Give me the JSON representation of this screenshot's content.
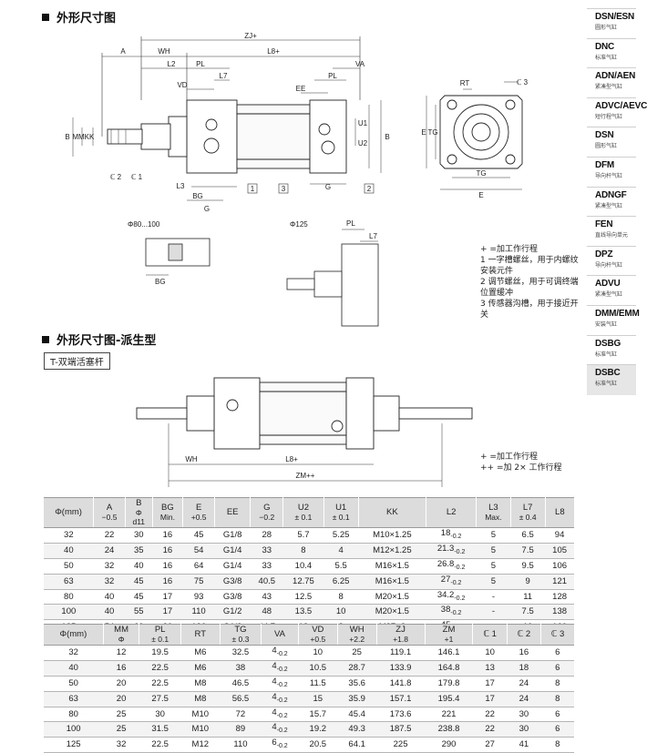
{
  "section_titles": {
    "main": "外形尺寸图",
    "derived": "外形尺寸图-派生型"
  },
  "variant_tag": "T-双端活塞杆",
  "sidebar": [
    {
      "code": "DSN/ESN",
      "sub": "圆形气缸"
    },
    {
      "code": "DNC",
      "sub": "标准气缸"
    },
    {
      "code": "ADN/AEN",
      "sub": "紧凑型气缸"
    },
    {
      "code": "ADVC/AEVC",
      "sub": "短行程气缸"
    },
    {
      "code": "DSN",
      "sub": "圆形气缸"
    },
    {
      "code": "DFM",
      "sub": "导向杆气缸"
    },
    {
      "code": "ADNGF",
      "sub": "紧凑型气缸"
    },
    {
      "code": "FEN",
      "sub": "直线导向单元"
    },
    {
      "code": "DPZ",
      "sub": "导向杆气缸"
    },
    {
      "code": "ADVU",
      "sub": "紧凑型气缸"
    },
    {
      "code": "DMM/EMM",
      "sub": "安装气缸"
    },
    {
      "code": "DSBG",
      "sub": "标准气缸"
    },
    {
      "code": "DSBC",
      "sub": "标准气缸"
    }
  ],
  "drawing_labels": {
    "main": [
      "A",
      "WH",
      "ZJ+",
      "L8+",
      "L2",
      "PL",
      "VA",
      "VD",
      "L7",
      "EE",
      "PL",
      "B",
      "MM",
      "KK",
      "U1",
      "U2",
      "B",
      "L3",
      "BG",
      "G",
      "G",
      "ℂ 2",
      "ℂ 1",
      "1",
      "3",
      "2"
    ],
    "phi80": "Φ80...100",
    "phi125": "Φ125",
    "small_bg": "BG",
    "small_pl": "PL",
    "small_l7": "L7",
    "front": [
      "RT",
      "ℂ 3",
      "E",
      "TG",
      "TG",
      "E"
    ],
    "derived": [
      "WH",
      "L8+",
      "ZM++"
    ]
  },
  "notes_main": [
    "+ =加工作行程",
    "1 一字槽螺丝，用于内螺纹",
    "安装元件",
    "2 调节螺丝，用于可调终端",
    "位置缓冲",
    "3 传感器沟槽，用于接近开",
    "关"
  ],
  "notes_derived": [
    "+ =加工作行程",
    "++ =加 2× 工作行程"
  ],
  "table1": {
    "headers": [
      [
        "Φ(mm)"
      ],
      [
        "A",
        "−0.5"
      ],
      [
        "B",
        "Φ",
        "d11"
      ],
      [
        "BG",
        "Min."
      ],
      [
        "E",
        "+0.5"
      ],
      [
        "EE"
      ],
      [
        "G",
        "−0.2"
      ],
      [
        "U2",
        "± 0.1"
      ],
      [
        "U1",
        "± 0.1"
      ],
      [
        "KK"
      ],
      [
        "L2"
      ],
      [
        "L3",
        "Max."
      ],
      [
        "L7",
        "± 0.4"
      ],
      [
        "L8"
      ]
    ],
    "rows": [
      [
        "32",
        "22",
        "30",
        "16",
        "45",
        "G1/8",
        "28",
        "5.7",
        "5.25",
        "M10×1.25",
        "18",
        "-0.2",
        "5",
        "6.5",
        "94"
      ],
      [
        "40",
        "24",
        "35",
        "16",
        "54",
        "G1/4",
        "33",
        "8",
        "4",
        "M12×1.25",
        "21.3",
        "-0.2",
        "5",
        "7.5",
        "105"
      ],
      [
        "50",
        "32",
        "40",
        "16",
        "64",
        "G1/4",
        "33",
        "10.4",
        "5.5",
        "M16×1.5",
        "26.8",
        "-0.2",
        "5",
        "9.5",
        "106"
      ],
      [
        "63",
        "32",
        "45",
        "16",
        "75",
        "G3/8",
        "40.5",
        "12.75",
        "6.25",
        "M16×1.5",
        "27",
        "-0.2",
        "5",
        "9",
        "121"
      ],
      [
        "80",
        "40",
        "45",
        "17",
        "93",
        "G3/8",
        "43",
        "12.5",
        "8",
        "M20×1.5",
        "34.2",
        "-0.2",
        "-",
        "11",
        "128"
      ],
      [
        "100",
        "40",
        "55",
        "17",
        "110",
        "G1/2",
        "48",
        "13.5",
        "10",
        "M20×1.5",
        "38",
        "-0.2",
        "-",
        "7.5",
        "138"
      ],
      [
        "125",
        "54",
        "60",
        "20",
        "136",
        "G1/2",
        "44.7",
        "13",
        "8",
        "M27×2",
        "45",
        "-0.2",
        "-",
        "10",
        "160"
      ]
    ]
  },
  "table2": {
    "headers": [
      [
        "Φ(mm)"
      ],
      [
        "MM",
        "Φ"
      ],
      [
        "PL",
        "± 0.1"
      ],
      [
        "RT"
      ],
      [
        "TG",
        "± 0.3"
      ],
      [
        "VA"
      ],
      [
        "VD",
        "+0.5"
      ],
      [
        "WH",
        "+2.2"
      ],
      [
        "ZJ",
        "+1.8"
      ],
      [
        "ZM",
        "+1"
      ],
      [
        "ℂ 1"
      ],
      [
        "ℂ 2"
      ],
      [
        "ℂ 3"
      ]
    ],
    "rows": [
      [
        "32",
        "12",
        "19.5",
        "M6",
        "32.5",
        "4",
        "-0.2",
        "10",
        "25",
        "119.1",
        "146.1",
        "10",
        "16",
        "6"
      ],
      [
        "40",
        "16",
        "22.5",
        "M6",
        "38",
        "4",
        "-0.2",
        "10.5",
        "28.7",
        "133.9",
        "164.8",
        "13",
        "18",
        "6"
      ],
      [
        "50",
        "20",
        "22.5",
        "M8",
        "46.5",
        "4",
        "-0.2",
        "11.5",
        "35.6",
        "141.8",
        "179.8",
        "17",
        "24",
        "8"
      ],
      [
        "63",
        "20",
        "27.5",
        "M8",
        "56.5",
        "4",
        "-0.2",
        "15",
        "35.9",
        "157.1",
        "195.4",
        "17",
        "24",
        "8"
      ],
      [
        "80",
        "25",
        "30",
        "M10",
        "72",
        "4",
        "-0.2",
        "15.7",
        "45.4",
        "173.6",
        "221",
        "22",
        "30",
        "6"
      ],
      [
        "100",
        "25",
        "31.5",
        "M10",
        "89",
        "4",
        "-0.2",
        "19.2",
        "49.3",
        "187.5",
        "238.8",
        "22",
        "30",
        "6"
      ],
      [
        "125",
        "32",
        "22.5",
        "M12",
        "110",
        "6",
        "-0.2",
        "20.5",
        "64.1",
        "225",
        "290",
        "27",
        "41",
        "8"
      ]
    ]
  }
}
